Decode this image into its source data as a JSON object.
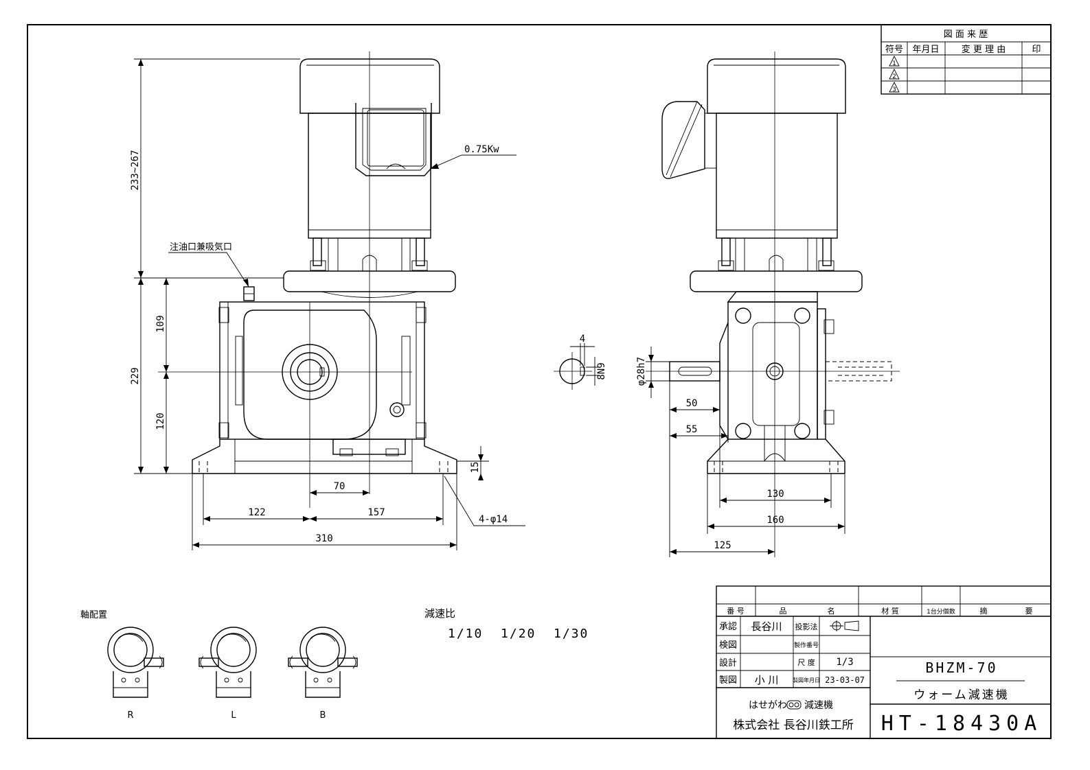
{
  "revision_table": {
    "title": "図 面 来 歴",
    "headers": [
      "符号",
      "年月日",
      "変 更 理 由",
      "印"
    ],
    "symbols": [
      "1",
      "2",
      "3"
    ]
  },
  "front_view": {
    "motor_label": "0.75Kw",
    "oil_port_label": "注油口兼吸気口",
    "dims": {
      "overall_height": "233~267",
      "d109": "109",
      "d229": "229",
      "d120": "120",
      "d70": "70",
      "d122": "122",
      "d157": "157",
      "d310": "310",
      "d15": "15",
      "holes": "4-φ14"
    }
  },
  "key_detail": {
    "width": "4",
    "tolerance": "8N9"
  },
  "side_view": {
    "dims": {
      "shaft_dia": "φ28h7",
      "d50": "50",
      "d55": "55",
      "d130": "130",
      "d160": "160",
      "d125": "125"
    }
  },
  "shaft_arrangement": {
    "title": "軸配置",
    "labels": [
      "R",
      "L",
      "B"
    ]
  },
  "reduction_ratio": {
    "title": "減速比",
    "values": "1/10  1/20  1/30"
  },
  "title_block": {
    "headers": [
      "番 号",
      "品",
      "名",
      "材 質",
      "1台分個数",
      "摘",
      "要"
    ],
    "rows": {
      "approved_label": "承認",
      "approved_name": "長谷川",
      "projection_label": "投影法",
      "checked_label": "検図",
      "serial_label": "製作番号",
      "design_label": "設計",
      "scale_label": "尺 度",
      "scale_value": "1/3",
      "drawn_label": "製図",
      "drawn_name": "小 川",
      "date_label": "製図年月日",
      "date_value": "23-03-07"
    },
    "model": "BHZM-70",
    "product": "ウォーム減速機",
    "brand": "はせがわ",
    "brand_suffix": "減速機",
    "company": "株式会社 長谷川鉄工所",
    "drawing_number": "HT-18430A"
  }
}
